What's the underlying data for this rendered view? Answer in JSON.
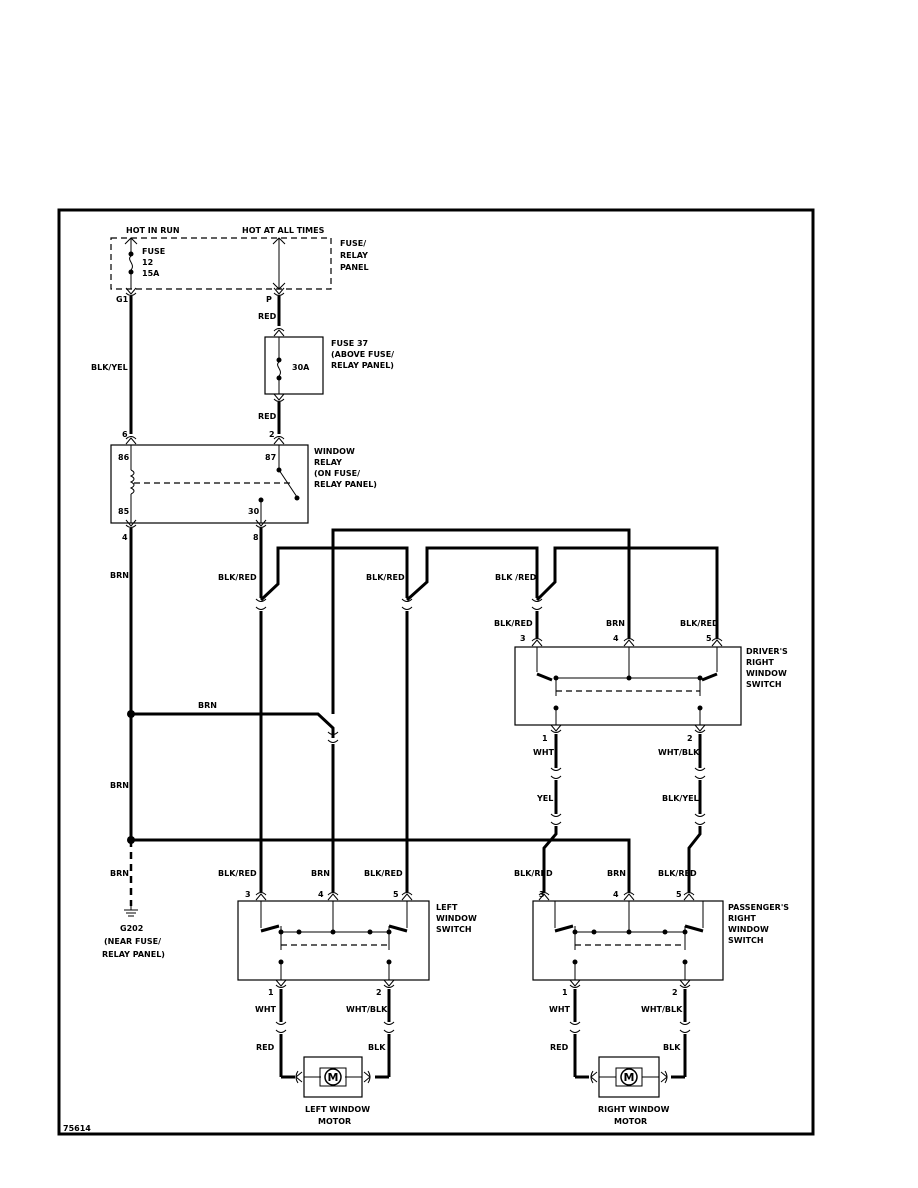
{
  "diagram_id": "75614",
  "fuse_relay_panel": {
    "header_hot_in_run": "HOT IN RUN",
    "header_hot_at_all_times": "HOT AT ALL TIMES",
    "label": [
      "FUSE/",
      "RELAY",
      "PANEL"
    ],
    "fuse12": [
      "FUSE",
      "12",
      "15A"
    ],
    "pin_g1": "G1",
    "pin_p": "P"
  },
  "fuse37": {
    "label": [
      "FUSE 37",
      "(ABOVE FUSE/",
      "RELAY PANEL)"
    ],
    "rating": "30A"
  },
  "window_relay": {
    "label": [
      "WINDOW",
      "RELAY",
      "(ON FUSE/",
      "RELAY PANEL)"
    ],
    "pin_top_left": "6",
    "pin_top_right": "2",
    "term_86": "86",
    "term_87": "87",
    "term_85": "85",
    "term_30": "30",
    "pin_bottom_left": "4",
    "pin_bottom_right": "8"
  },
  "wires": {
    "red": "RED",
    "blk_yel": "BLK/YEL",
    "brn": "BRN",
    "blk_red": "BLK/RED",
    "blk_red_spaced": "BLK /RED",
    "wht": "WHT",
    "wht_blk": "WHT/BLK",
    "yel": "YEL",
    "blk_yel_right": "BLK/YEL",
    "blk": "BLK"
  },
  "ground": {
    "label": [
      "G202",
      "(NEAR FUSE/",
      "RELAY PANEL)"
    ]
  },
  "drivers_right_switch": {
    "label": [
      "DRIVER'S",
      "RIGHT",
      "WINDOW",
      "SWITCH"
    ],
    "pins_top": [
      "3",
      "4",
      "5"
    ],
    "pins_bottom": [
      "1",
      "2"
    ]
  },
  "left_switch": {
    "label": [
      "LEFT",
      "WINDOW",
      "SWITCH"
    ],
    "pins_top": [
      "3",
      "4",
      "5"
    ],
    "pins_bottom": [
      "1",
      "2"
    ]
  },
  "passengers_right_switch": {
    "label": [
      "PASSENGER'S",
      "RIGHT",
      "WINDOW",
      "SWITCH"
    ],
    "pins_top": [
      "3",
      "4",
      "5"
    ],
    "pins_bottom": [
      "1",
      "2"
    ]
  },
  "left_motor": {
    "symbol": "M",
    "label": [
      "LEFT WINDOW",
      "MOTOR"
    ]
  },
  "right_motor": {
    "symbol": "M",
    "label": [
      "RIGHT WINDOW",
      "MOTOR"
    ]
  }
}
